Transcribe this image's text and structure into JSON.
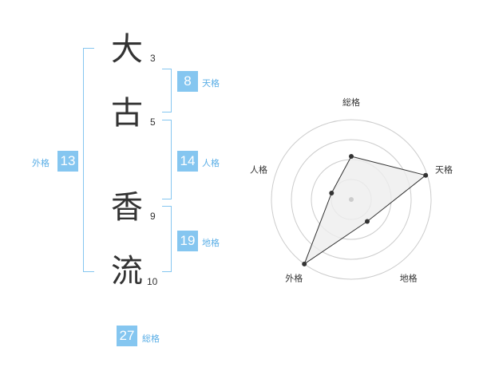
{
  "name": {
    "chars": [
      {
        "char": "大",
        "strokes": "3"
      },
      {
        "char": "古",
        "strokes": "5"
      },
      {
        "char": "香",
        "strokes": "9"
      },
      {
        "char": "流",
        "strokes": "10"
      }
    ]
  },
  "fortunes": {
    "tenkaku": {
      "value": "8",
      "label": "天格"
    },
    "jinkaku": {
      "value": "14",
      "label": "人格"
    },
    "chikaku": {
      "value": "19",
      "label": "地格"
    },
    "gaikaku": {
      "value": "13",
      "label": "外格"
    },
    "soukaku": {
      "value": "27",
      "label": "総格"
    }
  },
  "chart_data": {
    "type": "radar",
    "axes": [
      "総格",
      "天格",
      "地格",
      "外格",
      "人格"
    ],
    "values": [
      0.54,
      0.98,
      0.34,
      1.0,
      0.26
    ],
    "range": [
      0,
      1
    ],
    "rings": 4,
    "colors": {
      "line": "#333333",
      "fill": "#eeeeee",
      "ring": "#cccccc",
      "point": "#333333",
      "center": "#cccccc"
    }
  }
}
